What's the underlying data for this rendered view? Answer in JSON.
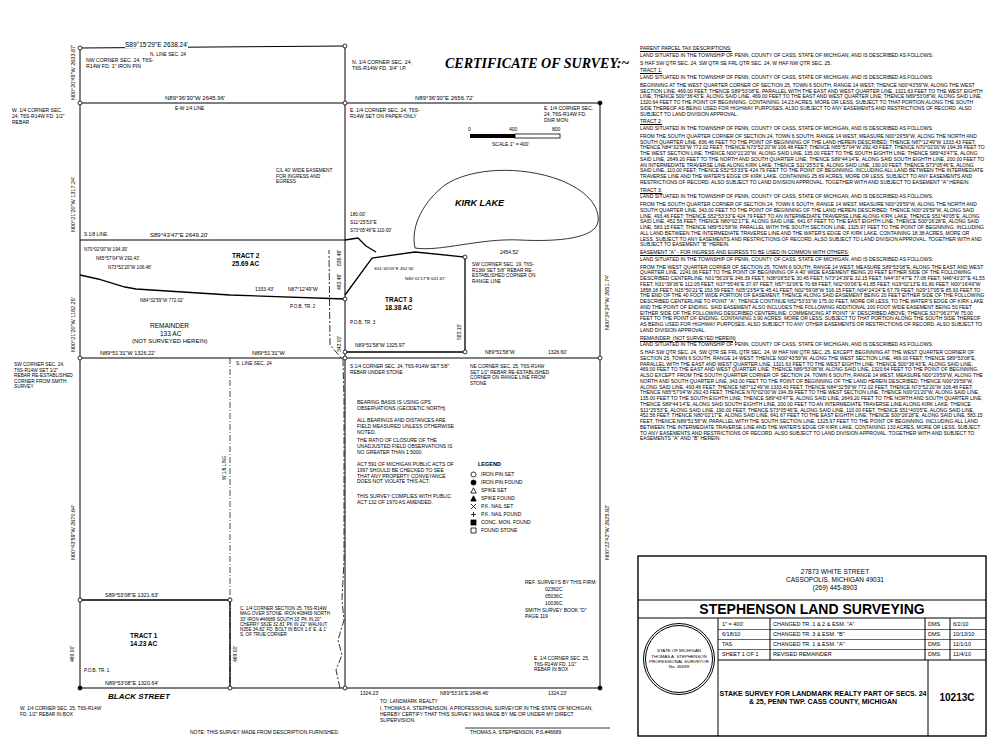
{
  "diagram": {
    "title": "CERTIFICATE OF SURVEY:~",
    "nodes": [
      {
        "text": [
          "27873 WHITE STREET",
          "CASSOPOLIS, MICHIGAN 49031",
          "(269) 445-8903"
        ]
      },
      {
        "text": [
          "STEPHENSON LAND SURVEYING"
        ]
      },
      {
        "text": [
          "STATE OF MICHIGAN",
          "THOMAS A. STEPHENSON",
          "PROFESSIONAL SURVEYOR",
          "No. 46689"
        ]
      },
      {
        "text": [
          "STAKE SURVEY FOR LANDMARK REALTY PART OF SECS. 24 & 25, PENN TWP. CASS COUNTY, MICHIGAN"
        ]
      },
      {
        "text": [
          "10213C"
        ]
      }
    ],
    "labels": [
      "S89°15'29\"E 2638.24'",
      "N. LINE SEC. 24",
      "NW CORNER SEC. 24, T6S-R14W FD. 1\" IRON PIN",
      "N. 1/4 CORNER SEC. 24, T6S-R14W FD. 3/4\" I.P.",
      "N00°20'45\"W 2633.87'",
      "W. 1/4 CORNER SEC. 24, T6S-R14W FD. 1/2\" REBAR",
      "N89°36'30\"W 2645.96'",
      "E-W 1/4 LINE",
      "N89°36'30\"E 2656.72'",
      "E. 1/4 CORNER SEC. 24, T6S-R14W SET ON PAPER-ONLY",
      "E. 1/4 CORNER SEC. 24, T6S-R14W FD. DNR MON.",
      "N00°21'20\"W 1317.24'",
      "S 1/8 LINE",
      "S89°43'47\"E 2649.20'",
      "N70°02'00\"W 194.39'",
      "N65°57'04\"W 292.43'",
      "N73°52'20\"W 106.48'",
      "N84°32'59\"W 772.02'",
      "1333.43'",
      "N87°12'49\"W",
      "TRACT 2",
      "25.69 AC",
      "P.O.B. TR. 2",
      "REMAINDER",
      "133 AC",
      "(NOT SURVEYED HEREIN)",
      "N00°21'20\"W 1182.25'",
      "SW CORNER SEC. 24, T6S-R14W SET 1/2\" REBAR RE-ESTABLISHED CORNER FROM SMITH SURVEY",
      "N89°51'31\"W 1326.22'",
      "S. LINE SEC. 24",
      "N89°51'31\"W",
      "N89°51'58\"W 1325.97'",
      "N89°51'58\"W",
      "1326.60'",
      "TRACT 3",
      "18.38 AC",
      "P.O.B. TR. 3",
      "S 1/4 CORNER SEC. 24, T6S-R14W SET 5/8\" REBAR UNDER STONE",
      "KIRK LAKE",
      "180.00'",
      "S11°25'53\"E",
      "S73°05'46\"E 110.00'",
      "S51°40'05\"E 452.56'",
      "N80°02'17\"E 641.67'",
      "583.15'",
      "343.00'",
      "493.46'",
      "836.46'",
      "C/L 40' WIDE EASEMENT FOR INGRESS AND EGRESS",
      "W 1/8 LINE",
      "N00°43'59\"W 2670.64'",
      "S89°53'08\"E 1321.63'",
      "TRACT 1",
      "14.23 AC",
      "469.00'",
      "469.00'",
      "P.O.B. TR. 1",
      "N89°53'08\"E 1320.64'",
      "BLACK STREET",
      "W. 1/4 CORNER SEC. 25, T6S-R14W FD. 1/2\" REBAR IN BOX",
      "C. 1/4 CORNER SECTION 25, T6S-R14W MAG OVER STONE. IRON #28469 NORTH 33' IRON #46689 SOUTH 33' PK IN 20\" CHERRY S62E 32.81' PK IN 22\" WALNUT N35E 34.82' FD. BOLT IN BOX 1.6' E. & 1' S. OF TRUE CORNER",
      "1324.23'",
      "N89°53'16\"E 2648.46'",
      "1324.23'",
      "TO: LANDMARK REALTY",
      "I, THOMAS A. STEPHENSON, A PROFESSIONAL SURVEYOR IN THE STATE OF MICHIGAN, HEREBY CERTIFY THAT THIS SURVEY WAS MADE BY ME OR UNDER MY DIRECT SUPERVISION.",
      "THOMAS A. STEPHENSON, P.S.#46689",
      "NOTE: THIS SURVEY MADE FROM DESCRIPTION FURNISHED.",
      "E. 1/4 CORNER SEC. 25, T6S-R14W FD. 1/2\" REBAR IN BOX",
      "N00°24'24\"W 2651.74'",
      "N00°22'42\"W 2625.92'",
      "NE CORNER SEC. 25, T6S-R14W SET 1/2\" REBAR RE-ESTABLISHED CORNER ON RANGE LINE FROM STONE",
      "SW CORNER SEC. 19, T6S-R13W SET 5/8\" REBAR RE-ESTABLISHED CORNER ON RANGE LINE",
      "2454.52'",
      "BEARING BASIS IS USING GPS OBSERVATIONS (GEODETIC NORTH)",
      "ALL BEARINGS AND DISTANCES ARE FIELD MEASURED UNLESS OTHERWISE NOTED.",
      "THE RATIO OF CLOSURE OF THE UNADJUSTED FIELD OBSERVATIONS IS NO GREATER THAN 1:5000.",
      "ACT 591 OF MICHIGAN PUBLIC ACTS OF 1997 SHOULD BE CHECKED TO SEE THAT ANY PROPERTY CONVEYANCE DOES NOT VIOLATE THIS ACT.",
      "THIS SURVEY COMPLIES WITH PUBLIC ACT 132 OF 1970 AS AMENDED.",
      "LEGEND",
      "REF. SURVEYS BY THIS FIRM:",
      "02362C",
      "05036C",
      "10036C",
      "SMITH SURVEY BOOK \"D\" PAGE 119",
      "0",
      "400",
      "800",
      "SCALE 1\" = 400'",
      "PARENT PARCEL TAX DESCRIPTIONS:",
      "LAND SITUATED IN THE TOWNSHIP OF PENN, COUNTY OF CASS, STATE OF MICHIGAN, AND IS DESCRIBED AS FOLLOWS:",
      "S HAF SW QTR SEC. 24, SW QTR SE FRL QTR SEC. 24, W HAF NW QTR SEC. 25.",
      "TRACT 1:",
      "LAND SITUATED IN THE TOWNSHIP OF PENN, COUNTY OF CASS, STATE OF MICHIGAN, AND IS DESCRIBED AS FOLLOWS:",
      "BEGINNING AT THE WEST QUARTER CORNER OF SECTION 25, TOWN 6 SOUTH, RANGE 14 WEST; THENCE N00°43'59\"W, ALONG THE WEST SECTION LINE, 469.00 FEET; THENCE S89°53'08\"E, PARALLEL WITH THE EAST AND WEST QUARTER LINE, 1321.63 FEET TO THE WEST EIGHTH LINE; THENCE S00°36'43\"E, ALONG SAID LINE, 469.00 FEET TO THE EAST AND WEST QUARTER LINE; THENCE N89°53'08\"W, ALONG SAID LINE, 1320.64 FEET TO THE POINT OF BEGINNING. CONTAINING 14.23 ACRES, MORE OR LESS. SUBJECT TO THAT PORTION ALONG THE SOUTH SIDE THEREOF AS BEING USED FOR HIGHWAY PURPOSES. ALSO SUBJECT TO ANY EASEMENTS AND RESTRICTIONS OF RECORD. ALSO SUBJECT TO LAND DIVISION APPROVAL.",
      "TRACT 2:",
      "LAND SITUATED IN THE TOWNSHIP OF PENN, COUNTY OF CASS, STATE OF MICHIGAN, AND IS DESCRIBED AS FOLLOWS:",
      "FROM THE SOUTH QUARTER CORNER OF SECTION 24, TOWN 6 SOUTH, RANGE 14 WEST, MEASURE N00°29'59\"W, ALONG THE NORTH AND SOUTH QUARTER LINE, 836.46 FEET TO THE POINT OF BEGINNING OF THE LAND HEREIN DESCRIBED; THENCE N87°12'49\"W 1333.43 FEET; THENCE N84°32'59\"W 772.02 FEET; THENCE N73°52'20\"W 106.48 FEET; THENCE N65°57'04\"W 292.43 FEET; THENCE N70°02'00\"W 194.39 FEET TO THE WEST SECTION LINE; THENCE N00°21'20\"W, ALONG SAID LINE, 135.00 FEET TO THE SOUTH EIGHTH LINE; THENCE S89°43'47\"E, ALONG SAID LINE, 2649.20 FEET TO THE NORTH AND SOUTH QUARTER LINE; THENCE S89°44'14\"E, ALONG SAID SOUTH EIGHTH LINE, 200.00 FEET TO AN INTERMEDIATE TRAVERSE LINE ALONG KIRK LAKE; THENCE S11°25'53\"E, ALONG SAID LINE, 190.00 FEET; THENCE S73°05'46\"E, ALONG SAID LINE, 110.00 FEET; THENCE S52°53'33\"E 424.79 FEET TO THE POINT OF BEGINNING. INCLUDING ALL LAND BETWEEN THE INTERMEDIATE TRAVERSE LINE AND THE WATER'S EDGE OF KIRK LAKE. CONTAINING 25.69 ACRES, MORE OR LESS. SUBJECT TO ANY EASEMENTS AND RESTRICTIONS OF RECORD. ALSO SUBJECT TO LAND DIVISION APPROVAL. TOGETHER WITH AND SUBJECT TO EASEMENT \"A\" HEREIN.",
      "TRACT 3:",
      "LAND SITUATED IN THE TOWNSHIP OF PENN, COUNTY OF CASS, STATE OF MICHIGAN, AND IS DESCRIBED AS FOLLOWS:",
      "FROM THE SOUTH QUARTER CORNER OF SECTION 24, TOWN 6 SOUTH, RANGE 14 WEST, MEASURE N00°29'59\"W, ALONG THE NORTH AND SOUTH QUARTER LINE, 343.00 FEET TO THE POINT OF BEGINNING OF THE LAND HEREIN DESCRIBED; THENCE N00°29'59\"W, ALONG SAID LINE, 493.46 FEET; THENCE S52°53'33\"E 424.79 FEET TO AN INTERMEDIATE TRAVERSE LINE ALONG KIRK LAKE; THENCE S51°40'05\"E, ALONG SAID LINE, 452.56 FEET; THENCE N80°02'17\"E, ALONG SAID LINE, 641.67 FEET TO THE EAST EIGHTH LINE; THENCE S00°26'28\"E, ALONG SAID LINE, 583.15 FEET; THENCE N89°51'58\"W, PARALLEL WITH THE SOUTH SECTION LINE, 1325.97 FEET TO THE POINT OF BEGINNING. INCLUDING ALL LAND BETWEEN THE INTERMEDIATE TRAVERSE LINE AND THE WATER'S EDGE OF KIRK LAKE. CONTAINING 18.38 ACRES, MORE OR LESS. SUBJECT TO ANY EASEMENTS AND RESTRICTIONS OF RECORD. ALSO SUBJECT TO LAND DIVISION APPROVAL. TOGETHER WITH AND SUBJECT TO EASEMENT \"B\" HEREIN.",
      "EASEMENT \"A\" - FOR INGRESS AND EGRESS TO BE USED IN COMMON WITH OTHERS:",
      "LAND SITUATED IN THE TOWNSHIP OF PENN, COUNTY OF CASS, STATE OF MICHIGAN, AND IS DESCRIBED AS FOLLOWS:",
      "FROM THE WEST QUARTER CORNER OF SECTION 25, TOWN 6 SOUTH, RANGE 14 WEST; MEASURE S89°53'08\"E, ALONG THE EAST AND WEST QUARTER LINE, 2241.06 FEET TO THE POINT OF BEGINNING OF A 40' WIDE EASEMENT BEING 20 FEET EITHER SIDE OF THE FOLLOWING DESCRIBED CENTERLINE: N01°56'29\"E 346.39 FEET; N38°08'53\"E 30.45 FEET; N73°24'39\"E 32.15 FEET; N44°37'47\"E 77.08 FEET; N46°43'37\"E 41.55 FEET; N31°39'36\"E 112.05 FEET; N37°55'46\"E 37.97 FEET; N57°32'06\"E 70.68 FEET; N02°00'06\"E 41.85 FEET; N19°02'13\"E 81.80 FEET; N00°16'49\"W 1858.18 FEET; N15°50'21\"E 153.59 FEET; N05°23'54\"E 45.41 FEET; N02°59'08\"W 516.15 FEET; N04°24'24\"E 67.79 FEET; N29°17'05\"E 85.93 FEET TO THE END OF THE 40 FOOT WIDE PORTION OF EASEMENT; THENCE ALONG SAID EASEMENT BEING 20 FEET EITHER SIDE OF THE FOLLOWING DESCRIBED CENTERLINE TO POINT \"A\"; THENCE CONTINUE N52°53'33\"W 175.00 FEET, MORE OR LESS, TO THE WATER'S EDGE OF KIRK LAKE AND THE POINT OF ENDING. SAID EASEMENT ALSO INCLUDES THE FOLLOWING ADDITIONAL 100 FOOT WIDE EASEMENT BEING 50 FEET EITHER SIDE OF THE FOLLOWING DESCRIBED CENTERLINE: COMMENCING AT POINT \"A\" DESCRIBED ABOVE; THENCE S37°06'27\"W 75.00 FEET TO THE POINT OF ENDING. CONTAINING 3.90 ACRES, MORE OR LESS. SUBJECT TO THAT PORTION ALONG THE SOUTH SIDE THEREOF AS BEING USED FOR HIGHWAY PURPOSES. ALSO SUBJECT TO ANY OTHER EASEMENTS OR RESTRICTIONS OF RECORD. ALSO SUBJECT TO LAND DIVISION APPROVAL.",
      "REMAINDER: (NOT SURVEYED HEREIN)",
      "LAND SITUATED IN THE TOWNSHIP OF PENN, COUNTY OF CASS, STATE OF MICHIGAN, AND IS DESCRIBED AS FOLLOWS:",
      "S HAF SW QTR SEC. 24, SW QTR SE FRL QTR SEC. 24, W HAF NW QTR SEC. 25. EXCEPT: BEGINNING AT THE WEST QUARTER CORNER OF SECTION 25, TOWN 6 SOUTH, RANGE 14 WEST; THENCE N00°43'59\"W, ALONG THE WEST SECTION LINE, 469.00 FEET; THENCE S89°53'08\"E, PARALLEL WITH THE EAST AND WEST QUARTER LINE, 1321.63 FEET TO THE WEST EIGHTH LINE; THENCE S00°36'43\"E, ALONG SAID LINE, 469.00 FEET TO THE EAST AND WEST QUARTER LINE; THENCE N89°53'08\"W, ALONG SAID LINE, 1320.64 FEET TO THE POINT OF BEGINNING. ALSO EXCEPT: FROM THE SOUTH QUARTER CORNER OF SECTION 24, TOWN 6 SOUTH, RANGE 14 WEST, MEASURE N00°29'59\"W, ALONG THE NORTH AND SOUTH QUARTER LINE, 343.00 FEET TO THE POINT OF BEGINNING OF THE LAND HEREIN DESCRIBED; THENCE N00°29'59\"W, ALONG SAID LINE, 493.46 FEET; THENCE N87°12'49\"W 1333.43 FEET; THENCE N84°32'59\"W 772.02 FEET; THENCE N73°52'20\"W 106.48 FEET; THENCE N65°57'04\"W 292.43 FEET; THENCE N70°02'00\"W 194.39 FEET TO THE WEST SECTION LINE; THENCE N00°21'20\"W, ALONG SAID LINE, 135.00 FEET TO THE SOUTH EIGHTH LINE; THENCE S89°43'47\"E, ALONG SAID LINE, 2649.20 FEET TO THE NORTH AND SOUTH QUARTER LINE; THENCE S89°44'14\"E, ALONG SAID SOUTH EIGHTH LINE, 200.00 FEET TO AN INTERMEDIATE TRAVERSE LINE ALONG KIRK LAKE; THENCE S11°25'53\"E, ALONG SAID LINE, 190.00 FEET; THENCE S73°05'46\"E, ALONG SAID LINE, 110.00 FEET; THENCE S51°40'05\"E, ALONG SAID LINE, 452.56 FEET; THENCE N80°02'17\"E, ALONG SAID LINE, 641.67 FEET TO THE EAST EIGHTH LINE; THENCE S00°26'28\"E, ALONG SAID LINE, 583.15 FEET; THENCE N89°51'58\"W, PARALLEL WITH THE SOUTH SECTION LINE, 1325.97 FEET TO THE POINT OF BEGINNING. INCLUDING ALL LAND BETWEEN THE INTERMEDIATE TRAVERSE LINE AND THE WATER'S EDGE OF KIRK LAKE. CONTAINING 133 ACRES, MORE OR LESS. SUBJECT TO ANY EASEMENTS AND RESTRICTIONS OF RECORD. ALSO SUBJECT TO LAND DIVISION APPROVAL. TOGETHER WITH AND SUBJECT TO EASEMENTS \"A\" AND \"B\" HEREIN.",
      "1\" = 400'",
      "6/18/10",
      "TAS",
      "SHEET 1 OF 1",
      "CHANGED TR. 1 & 2 & ESM. \"A\"",
      "DMS",
      "6/2/10",
      "CHANGED TR. 3 & ESM. \"B\"",
      "DMS",
      "10/13/10",
      "CHANGED TR. 1 & ESM. \"A\"",
      "DMS",
      "11/1/10",
      "REVISED REMAINDER",
      "DMS",
      "11/4/10"
    ],
    "legend": [
      {
        "text": "IRON PIN SET"
      },
      {
        "text": "IRON PIN FOUND"
      },
      {
        "text": "SPIKE SET"
      },
      {
        "text": "SPIKE FOUND"
      },
      {
        "text": "P.K. NAIL SET"
      },
      {
        "text": "P.K. NAIL FOUND"
      },
      {
        "text": "CONC. MON. FOUND"
      },
      {
        "text": "FOUND STONE"
      }
    ]
  }
}
